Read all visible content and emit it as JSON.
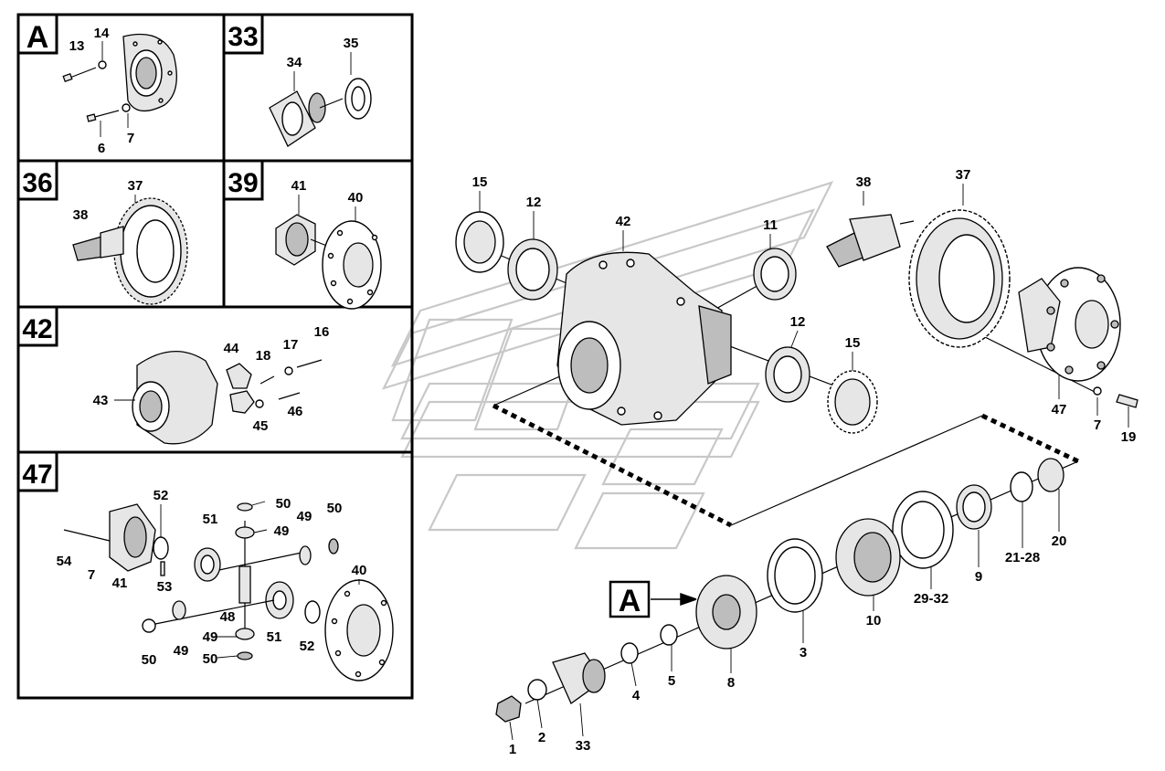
{
  "panels": {
    "A": {
      "tag": "A",
      "callouts": [
        "13",
        "14",
        "6",
        "7"
      ]
    },
    "33": {
      "tag": "33",
      "callouts": [
        "34",
        "35"
      ]
    },
    "36": {
      "tag": "36",
      "callouts": [
        "37",
        "38"
      ]
    },
    "39": {
      "tag": "39",
      "callouts": [
        "41",
        "40"
      ]
    },
    "42": {
      "tag": "42",
      "callouts": [
        "44",
        "18",
        "17",
        "16",
        "43",
        "45",
        "46"
      ]
    },
    "47": {
      "tag": "47",
      "callouts": [
        "52",
        "50",
        "51",
        "49",
        "49",
        "50",
        "54",
        "7",
        "41",
        "53",
        "40",
        "48",
        "50",
        "49",
        "51",
        "52",
        "49",
        "50"
      ]
    }
  },
  "main": {
    "ref_tag": "A",
    "callouts": [
      "15",
      "12",
      "42",
      "11",
      "38",
      "37",
      "12",
      "15",
      "47",
      "7",
      "19",
      "20",
      "21-28",
      "9",
      "29-32",
      "10",
      "3",
      "8",
      "5",
      "4",
      "33",
      "2",
      "1"
    ]
  },
  "colors": {
    "line": "#000000",
    "watermark": "#c8c8c8",
    "part_fill": "#e6e6e6"
  }
}
